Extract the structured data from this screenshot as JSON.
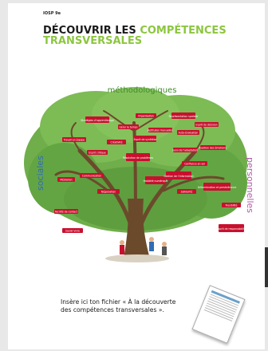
{
  "header": {
    "code": "IOSP 9e"
  },
  "title": {
    "line1_dark": "DÉCOUVRIR LES ",
    "line1_green": "COMPÉTENCES",
    "line2_green": "TRANSVERSALES"
  },
  "tree": {
    "crown_label": "méthodologiques",
    "left_label": "sociales",
    "right_label": "personnelles",
    "labels": [
      "Stratégies d'apprentissage",
      "Organisation",
      "Représentation spatiale",
      "Gérer le temps",
      "Aptitudes manuelles",
      "Esprit de décision",
      "Esprit de synthèse",
      "Auto-évaluation",
      "Créativité",
      "Travail en équipe",
      "Esprit critique",
      "Résolution de problèmes",
      "Gestion des émotions",
      "Sens de l'adaptation",
      "Confiance en soi",
      "Médiation",
      "Communication",
      "Négociation",
      "Habileté numérique",
      "Gestion de l'information",
      "Détermination et persévérance",
      "Solidarité",
      "Flexibilité",
      "Facilité de contact",
      "Savoir-vivre",
      "Esprit de responsabilité"
    ]
  },
  "note": {
    "line1": "Insère ici ton fichier « À la découverte",
    "line2": "des compétences transversales »."
  },
  "colors": {
    "green": "#8cc63f",
    "canopy": "#6fae4a",
    "trunk": "#6b4a2b",
    "label_bg": "#c8102e",
    "social": "#2f6db5",
    "personal": "#b05ba6"
  }
}
